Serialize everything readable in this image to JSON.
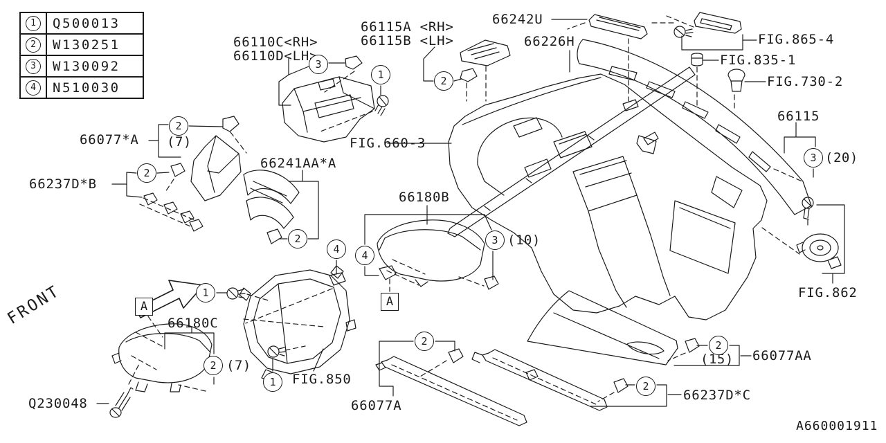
{
  "legend": {
    "rows": [
      {
        "num": "1",
        "code": "Q500013"
      },
      {
        "num": "2",
        "code": "W130251"
      },
      {
        "num": "3",
        "code": "W130092"
      },
      {
        "num": "4",
        "code": "N510030"
      }
    ]
  },
  "labels": {
    "p66110c": "66110C<RH>",
    "p66110d": "66110D<LH>",
    "p66115a": "66115A <RH>",
    "p66115b": "66115B <LH>",
    "p66242u": "66242U",
    "p66226h": "66226H",
    "fig865": "FIG.865-4",
    "fig835": "FIG.835-1",
    "fig730": "FIG.730-2",
    "p66115": "66115",
    "fig660": "FIG.660-3",
    "p66077xa": "66077*A",
    "p66237db": "66237D*B",
    "p66241aa": "66241AA*A",
    "p66180b": "66180B",
    "fig862": "FIG.862",
    "front": "FRONT",
    "p66180c": "66180C",
    "fig850": "FIG.850",
    "q230048": "Q230048",
    "p66077a": "66077A",
    "p66077aa": "66077AA",
    "p66237dc": "66237D*C",
    "section_a": "A",
    "diagram_id": "A660001911"
  },
  "callouts": {
    "n1": "1",
    "n2": "2",
    "n3": "3",
    "n4": "4"
  },
  "counts": {
    "c7": "(7)",
    "c10": "(10)",
    "c15": "(15)",
    "c20": "(20)"
  },
  "colors": {
    "ink": "#1b1b1b",
    "background": "#ffffff"
  }
}
